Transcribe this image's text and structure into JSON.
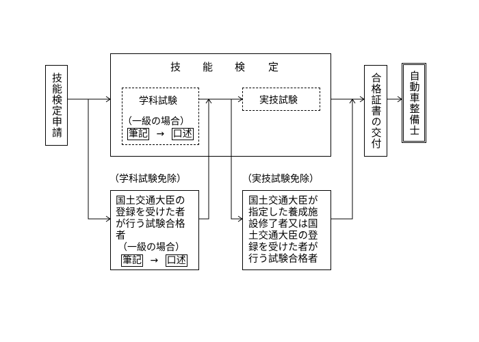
{
  "application_box": {
    "label": "技能検定申請"
  },
  "skill_test": {
    "title": [
      "技",
      "能",
      "検",
      "定"
    ],
    "written_exam": {
      "label": "学科試験",
      "grade1_note": "（一級の場合）",
      "step1": "筆記",
      "arrow": "→",
      "step2": "口述"
    },
    "practical_exam": {
      "label": "実技試験"
    }
  },
  "written_exemption": {
    "caption": "（学科試験免除）",
    "lines": [
      "国土交通大臣の",
      "登録を受けた者",
      "が行う試験合格",
      "者"
    ],
    "grade1_note": "（一級の場合）",
    "step1": "筆記",
    "arrow": "→",
    "step2": "口述"
  },
  "practical_exemption": {
    "caption": "（実技試験免除）",
    "lines": [
      "国土交通大臣が",
      "指定した養成施",
      "設修了者又は国",
      "土交通大臣の登",
      "録を受けた者が",
      "行う試験合格者"
    ]
  },
  "certificate_box": {
    "label": "合格証書の交付"
  },
  "result_box": {
    "label": "自動車整備士"
  }
}
